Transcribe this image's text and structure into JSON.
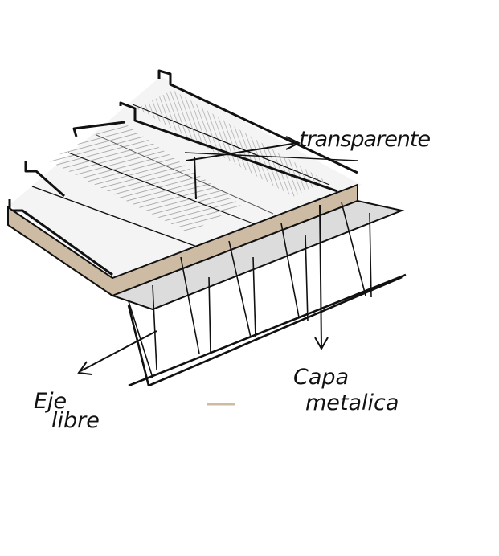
{
  "labels": {
    "transparent": "transparente",
    "layer_line1": "Capa",
    "layer_line2": "metalica",
    "axis_line1": "Eje",
    "axis_line2": "libre"
  },
  "colors": {
    "ink": "#111111",
    "slab_side": "#cdbba3",
    "slab_bottom": "#dcdcdc",
    "roof_panel": "#f3f3f3",
    "hatch": "#8c8c8c",
    "background": "#ffffff"
  }
}
